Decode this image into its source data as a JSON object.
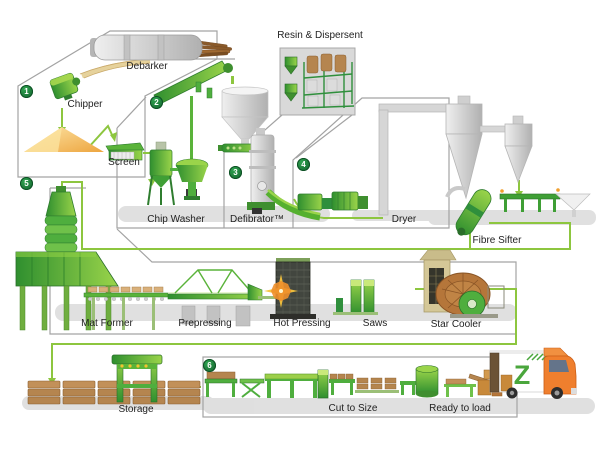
{
  "labels": {
    "debarker": "Debarker",
    "chipper": "Chipper",
    "screen": "Screen",
    "resin_dispersent": "Resin & Dispersent",
    "chip_washer": "Chip Washer",
    "defibrator": "Defibrator™",
    "dryer": "Dryer",
    "fibre_sifter": "Fibre Sifter",
    "mat_former": "Mat Former",
    "prepressing": "Prepressing",
    "hot_pressing": "Hot Pressing",
    "saws": "Saws",
    "star_cooler": "Star Cooler",
    "storage": "Storage",
    "cut_to_size": "Cut to Size",
    "ready_to_load": "Ready to load"
  },
  "steps": [
    "1",
    "2",
    "3",
    "4",
    "5",
    "6"
  ],
  "truck": {
    "logo": "Z"
  },
  "colors": {
    "flow_green": "#8dc63f",
    "machine_green_dark": "#2f8f2f",
    "machine_green_light": "#8fd045",
    "badge_green": "#1b7a3c",
    "frame_gray": "#a3a3a3",
    "machine_gray": "#c9c9c9",
    "wood_brown": "#b5854f",
    "chip_pile_yellow": "#f3b34d",
    "truck_orange": "#ef7f2e"
  }
}
